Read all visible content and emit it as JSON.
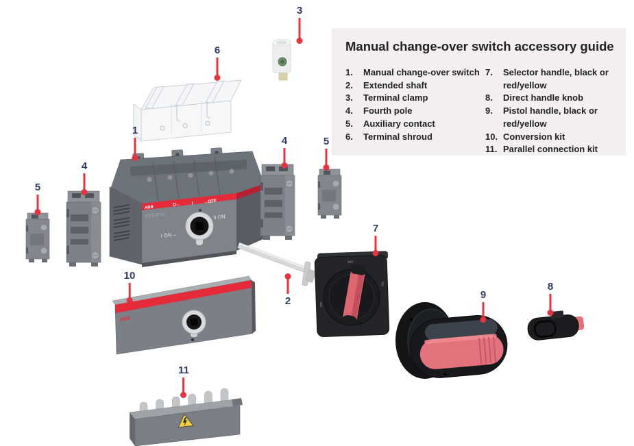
{
  "legend": {
    "title": "Manual change-over switch accessory guide",
    "col1": [
      {
        "num": "1.",
        "label": "Manual change-over switch"
      },
      {
        "num": "2.",
        "label": "Extended shaft"
      },
      {
        "num": "3.",
        "label": "Terminal clamp"
      },
      {
        "num": "4.",
        "label": "Fourth pole"
      },
      {
        "num": "5.",
        "label": "Auxiliary contact"
      },
      {
        "num": "6.",
        "label": "Terminal shroud"
      }
    ],
    "col2": [
      {
        "num": "7.",
        "label": "Selector handle, black or red/yellow"
      },
      {
        "num": "8.",
        "label": "Direct handle knob"
      },
      {
        "num": "9.",
        "label": "Pistol handle, black or red/yellow"
      },
      {
        "num": "10.",
        "label": "Conversion kit"
      },
      {
        "num": "11.",
        "label": "Parallel connection kit"
      }
    ]
  },
  "callouts": {
    "n1": "1",
    "n2": "2",
    "n3": "3",
    "n4": "4",
    "n5": "5",
    "n6": "6",
    "n7": "7",
    "n8": "8",
    "n9": "9",
    "n10": "10",
    "n11": "11"
  },
  "main_switch": {
    "brand": "ABB",
    "model": "OT63F3C",
    "stripe_o": "O←",
    "stripe_i": "I",
    "stripe_off": "→OFF",
    "mark_left": "I ON→",
    "mark_right": "←II ON"
  },
  "conversion_kit": {
    "brand": "ABB"
  },
  "selector_handle": {
    "mark_top": "OFF",
    "mark_left": "ON",
    "mark_right": "ON"
  },
  "colors": {
    "accent_red": "#e5333f",
    "callout_number_blue": "#2e3a66",
    "legend_background": "#f3eef0",
    "part_grey": "#7f848b"
  }
}
